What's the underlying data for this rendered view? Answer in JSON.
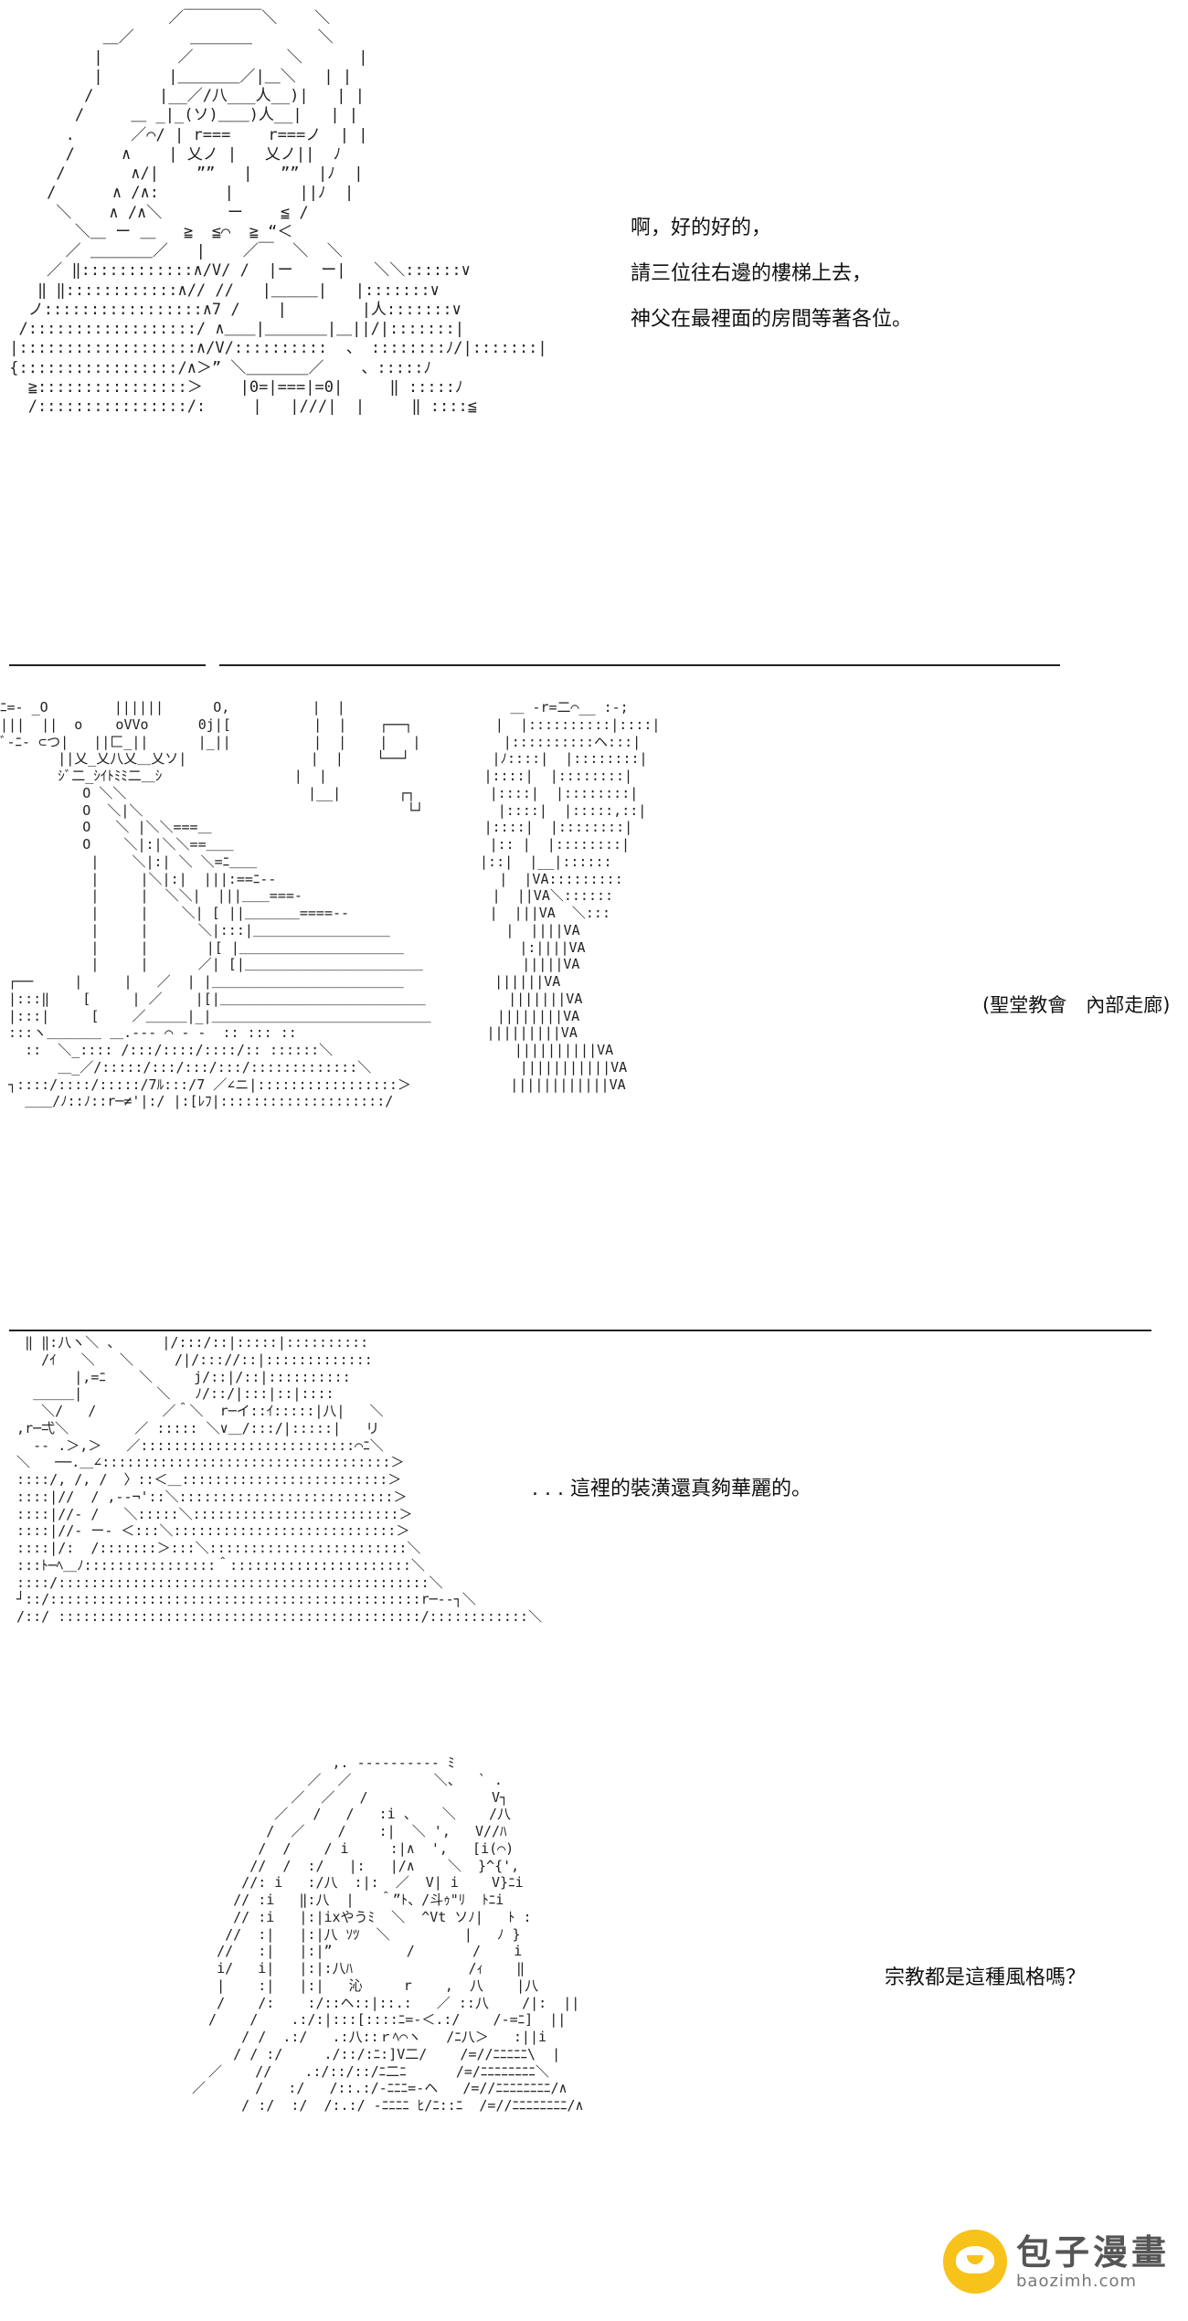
{
  "panels": [
    {
      "lines": [
        "啊，好的好的，",
        "請三位往右邊的樓梯上去，",
        "神父在最裡面的房間等著各位。"
      ]
    },
    {
      "caption": "(聖堂教會　內部走廊)"
    },
    {
      "lines": [
        ". . . 這裡的裝潢還真夠華麗的。"
      ]
    },
    {
      "lines": [
        "宗教都是這種風格嗎？"
      ]
    }
  ],
  "watermark": {
    "title": "包子漫畫",
    "url": "baozimh.com"
  }
}
